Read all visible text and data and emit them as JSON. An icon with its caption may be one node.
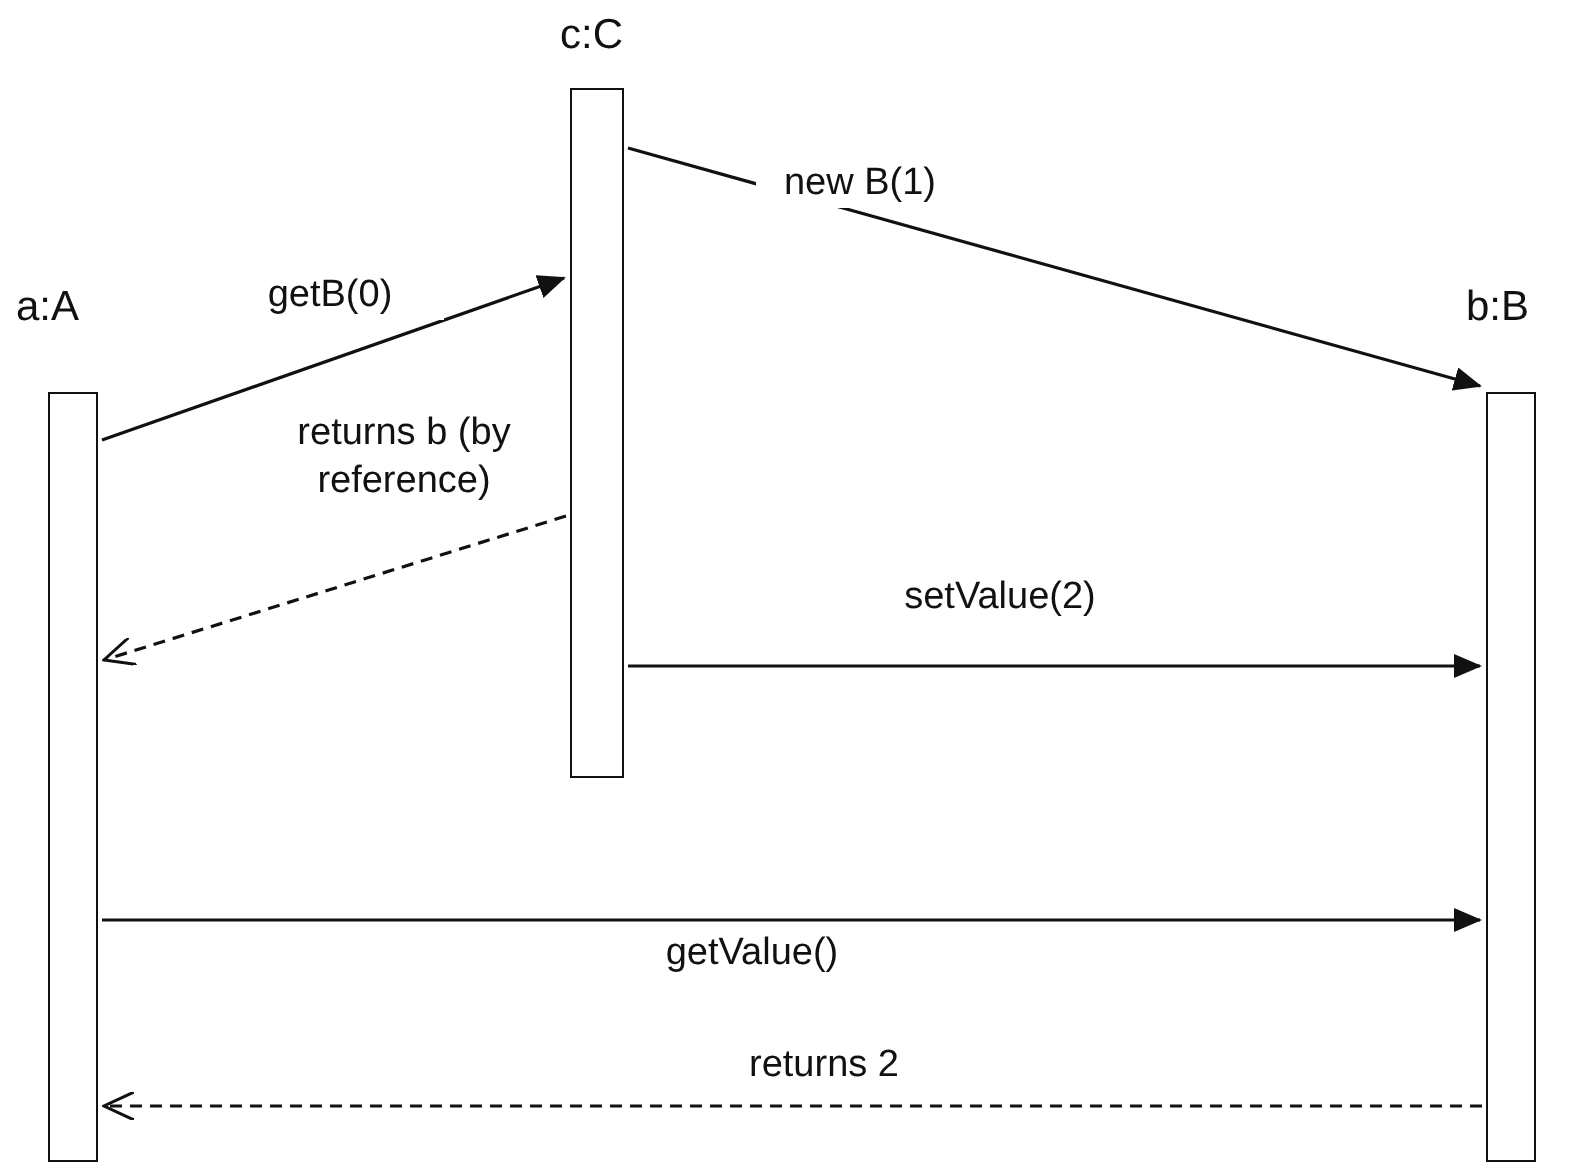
{
  "diagram": {
    "nodes": [
      {
        "text": [
          "a:A"
        ]
      },
      {
        "text": [
          "c:C"
        ]
      },
      {
        "text": [
          "b:B"
        ]
      }
    ],
    "edges": [
      {
        "from": 0,
        "to": 1,
        "arrow": "to",
        "label": "getB(0)"
      },
      {
        "from": 1,
        "to": 2,
        "arrow": "to",
        "label": "new B(1)"
      },
      {
        "from": 1,
        "to": 0,
        "arrow": "to",
        "label": "returns b (by reference)",
        "style": "dashed"
      },
      {
        "from": 1,
        "to": 2,
        "arrow": "to",
        "label": "setValue(2)"
      },
      {
        "from": 0,
        "to": 2,
        "arrow": "to",
        "label": "getValue()"
      },
      {
        "from": 2,
        "to": 0,
        "arrow": "to",
        "label": "returns 2",
        "style": "dashed"
      }
    ]
  }
}
